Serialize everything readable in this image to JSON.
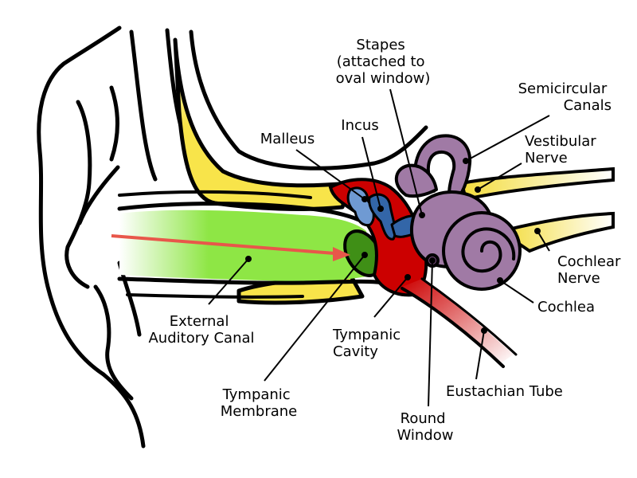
{
  "labels": {
    "stapes": [
      "Stapes",
      "(attached to",
      "oval window)"
    ],
    "semicircular": [
      "Semicircular",
      "Canals"
    ],
    "vestibular": [
      "Vestibular",
      "Nerve"
    ],
    "malleus": [
      "Malleus"
    ],
    "incus": [
      "Incus"
    ],
    "cochlear_nerve": [
      "Cochlear",
      "Nerve"
    ],
    "cochlea": [
      "Cochlea"
    ],
    "external_canal": [
      "External",
      "Auditory Canal"
    ],
    "tympanic_cavity": [
      "Tympanic",
      "Cavity"
    ],
    "eustachian": [
      "Eustachian Tube"
    ],
    "tympanic_membrane": [
      "Tympanic",
      "Membrane"
    ],
    "round_window": [
      "Round",
      "Window"
    ]
  },
  "colors": {
    "bone": "#f8e44a",
    "canal": "#8ee645",
    "eardrum": "#3f8f16",
    "middle_ear": "#cc0000",
    "ossicle_malleus": "#6f9ad3",
    "ossicle_incus": "#3366a8",
    "inner_ear": "#a07aa5",
    "nerve": "#f3dc3c",
    "arrow": "#e8574a"
  }
}
